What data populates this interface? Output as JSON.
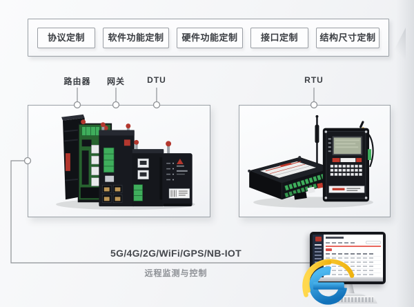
{
  "top_panel": {
    "items": [
      {
        "label": "协议定制"
      },
      {
        "label": "软件功能定制"
      },
      {
        "label": "硬件功能定制"
      },
      {
        "label": "接口定制"
      },
      {
        "label": "结构尺寸定制"
      }
    ]
  },
  "device_groups": {
    "left": {
      "labels": [
        {
          "label": "路由器"
        },
        {
          "label": "网关"
        },
        {
          "label": "DTU"
        }
      ],
      "devices": [
        "industrial-router",
        "gateway-pcb",
        "edge-gateway",
        "din-rail-dtu",
        "compact-dtu"
      ]
    },
    "right": {
      "labels": [
        {
          "label": "RTU"
        }
      ],
      "devices": [
        "rtu-datalogger",
        "rtu-panel-with-antenna"
      ]
    }
  },
  "connectivity": {
    "technologies": "5G/4G/2G/WiFi/GPS/NB-IOT",
    "caption": "远程监测与控制"
  },
  "monitor": {
    "screen_content": "web-dashboard-with-sidebar-and-table"
  },
  "icons": {
    "browser": "internet-explorer-icon",
    "computer": "desktop-monitor-icon",
    "keyboard": "keyboard-icon",
    "antenna": "antenna-icon"
  },
  "colors": {
    "accent_red": "#b3372e",
    "terminal_green": "#3fae5c",
    "port_yellow": "#bb9455",
    "line_gray": "#8d9094",
    "sidebar_navy": "#222b3d",
    "dashboard_red": "#e8655c",
    "ie_blue": "#2596d8",
    "ie_yellow": "#f6c21b"
  }
}
